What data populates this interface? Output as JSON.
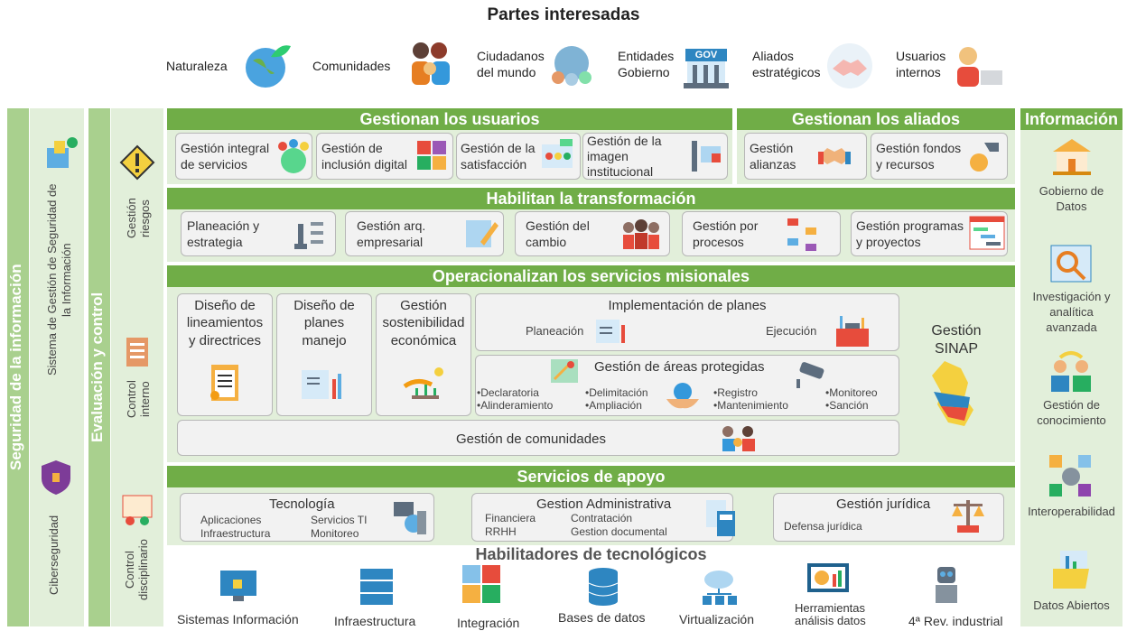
{
  "title": "Partes interesadas",
  "stakeholders": [
    {
      "l1": "Naturaleza",
      "l2": ""
    },
    {
      "l1": "Comunidades",
      "l2": ""
    },
    {
      "l1": "Ciudadanos",
      "l2": "del mundo"
    },
    {
      "l1": "Entidades",
      "l2": "Gobierno"
    },
    {
      "l1": "Aliados",
      "l2": "estratégicos"
    },
    {
      "l1": "Usuarios",
      "l2": "internos"
    }
  ],
  "gov_badge": "GOV",
  "left": {
    "seguridad": "Seguridad de la información",
    "sgsi": "Sistema de Gestión de Seguridad de la Información",
    "ciber": "Ciberseguridad",
    "evaluacion": "Evaluación y control",
    "riesgos": "Gestión riesgos",
    "interno": "Control interno",
    "disciplinario": "Control disciplinario"
  },
  "usuarios": {
    "header": "Gestionan los usuarios",
    "items": [
      [
        "Gestión integral",
        "de servicios"
      ],
      [
        "Gestión de",
        "inclusión digital"
      ],
      [
        "Gestión de la",
        "satisfacción"
      ],
      [
        "Gestión de la",
        "imagen",
        "institucional"
      ]
    ]
  },
  "aliados": {
    "header": "Gestionan los aliados",
    "items": [
      [
        "Gestión",
        "alianzas"
      ],
      [
        "Gestión fondos",
        "y recursos"
      ]
    ]
  },
  "habilitan": {
    "header": "Habilitan la transformación",
    "items": [
      [
        "Planeación  y",
        "estrategia"
      ],
      [
        "Gestión arq.",
        "empresarial"
      ],
      [
        "Gestión del",
        "cambio"
      ],
      [
        "Gestión por",
        "procesos"
      ],
      [
        "Gestión programas",
        "y proyectos"
      ]
    ]
  },
  "operacion": {
    "header": "Operacionalizan los  servicios misionales",
    "disenos": [
      [
        "Diseño de",
        "lineamientos",
        "y directrices"
      ],
      [
        "Diseño de",
        "planes",
        "manejo"
      ],
      [
        "Gestión",
        "sostenibilidad",
        "económica"
      ]
    ],
    "impl": {
      "title": "Implementación de planes",
      "planeacion": "Planeación",
      "ejecucion": "Ejecución"
    },
    "areas": {
      "title": "Gestión de áreas protegidas",
      "items": [
        [
          "•Declaratoria",
          "•Alinderamiento"
        ],
        [
          "•Delimitación",
          "•Ampliación"
        ],
        [
          "•Registro",
          "•Mantenimiento"
        ],
        [
          "•Monitoreo",
          "•Sanción"
        ]
      ]
    },
    "comunidades": "Gestión de comunidades",
    "sinap": [
      "Gestión",
      "SINAP"
    ]
  },
  "apoyo": {
    "header": "Servicios de apoyo",
    "tec": {
      "title": "Tecnología",
      "a": "Aplicaciones",
      "b": "Infraestructura",
      "c": "Servicios TI",
      "d": "Monitoreo"
    },
    "adm": {
      "title": "Gestion Administrativa",
      "a": "Financiera",
      "b": "RRHH",
      "c": "Contratación",
      "d": "Gestion documental"
    },
    "jur": {
      "title": "Gestión jurídica",
      "a": "Defensa jurídica"
    }
  },
  "habilitadores": {
    "header": "Habilitadores de tecnológicos",
    "items": [
      "Sistemas Información",
      "Infraestructura",
      "Integración",
      "Bases de datos",
      "Virtualización",
      "Herramientas",
      "análisis datos",
      "4ª Rev. industrial"
    ]
  },
  "info": {
    "header": "Información",
    "items": [
      [
        "Gobierno de",
        "Datos"
      ],
      [
        "Investigación y",
        "analítica",
        "avanzada"
      ],
      [
        "Gestión de",
        "conocimiento"
      ],
      [
        "Interoperabilidad"
      ],
      [
        "Datos Abiertos"
      ]
    ]
  }
}
